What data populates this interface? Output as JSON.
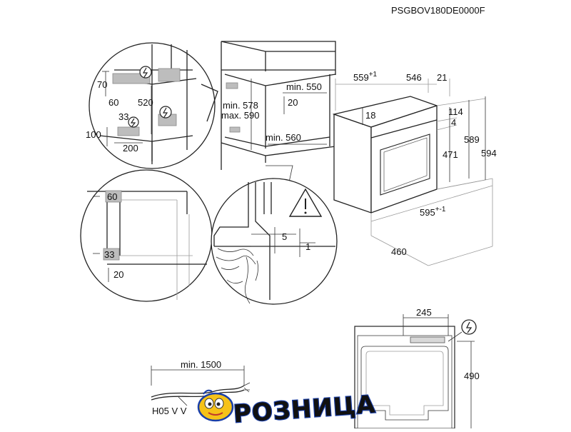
{
  "model_code": "PSGBOV180DE0000F",
  "detail_top_left": {
    "dims": [
      "70",
      "60",
      "520",
      "33",
      "100",
      "200"
    ]
  },
  "cabinet": {
    "min_550": "min. 550",
    "min_578": "min. 578",
    "max_590": "max. 590",
    "dim_20": "20",
    "min_560": "min. 560"
  },
  "oven": {
    "depth_559": "559",
    "depth_559_sup": "+1",
    "dim_546": "546",
    "dim_21": "21",
    "dim_18": "18",
    "dim_114": "114",
    "dim_4": "4",
    "dim_471": "471",
    "dim_589": "589",
    "dim_594": "594",
    "width_595": "595",
    "width_595_sup": "+-1",
    "dim_460": "460"
  },
  "detail_mid_left": {
    "dim_60": "60",
    "dim_33": "33",
    "dim_20": "20"
  },
  "detail_mid_right": {
    "dim_5": "5",
    "dim_1": "1"
  },
  "rear_view": {
    "dim_245": "245",
    "dim_490": "490"
  },
  "cable": {
    "min_1500": "min. 1500",
    "type": "H05 V V"
  },
  "watermark": {
    "text": "РОЗНИЦА",
    "color_fill": "#e8231f",
    "color_outline": "#1a3fa8"
  },
  "icons": [
    "power-plug-symbol-icon",
    "warning-triangle-icon"
  ]
}
